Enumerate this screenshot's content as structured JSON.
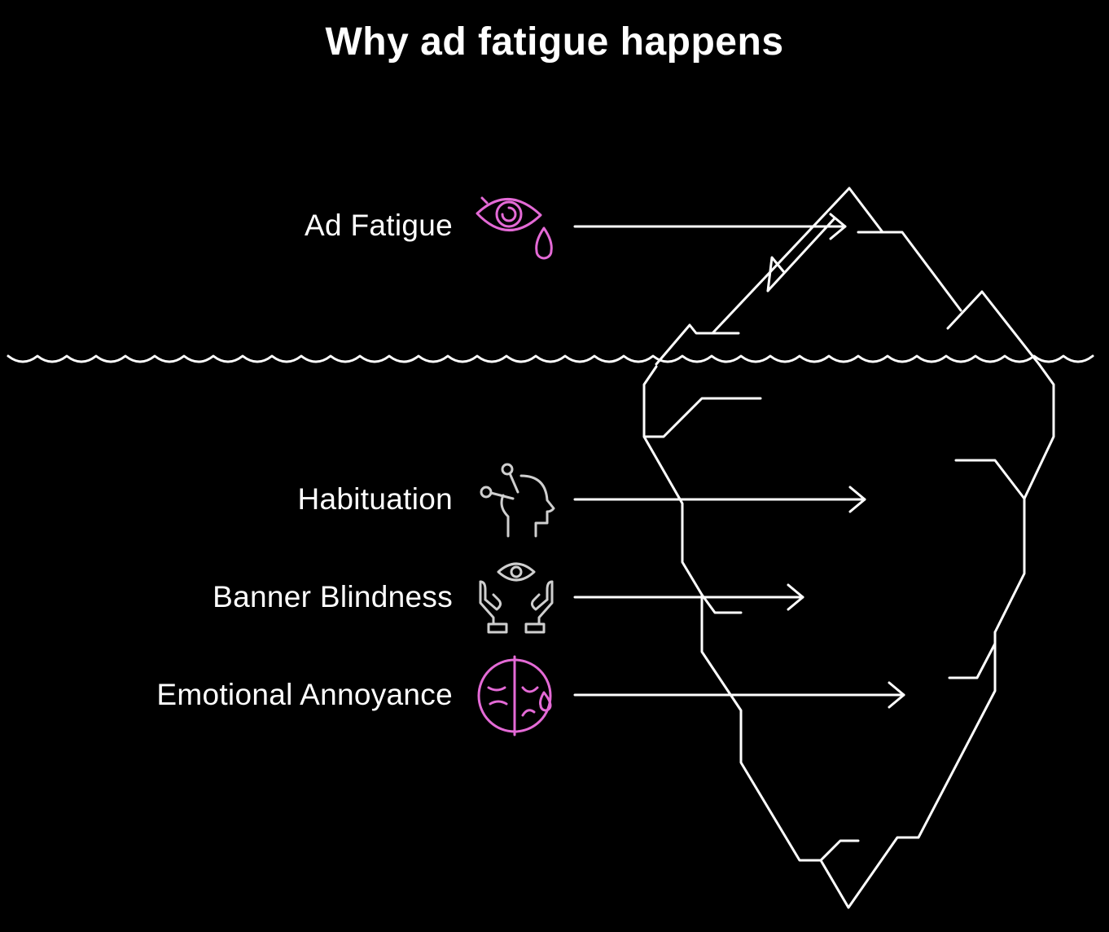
{
  "title": "Why ad fatigue happens",
  "items": [
    {
      "label": "Ad Fatigue",
      "icon": "crying-eye-icon",
      "icon_color": "#e46ad6",
      "position": "above-water"
    },
    {
      "label": "Habituation",
      "icon": "head-with-pins-icon",
      "icon_color": "#cfcfcf",
      "position": "below-water"
    },
    {
      "label": "Banner Blindness",
      "icon": "hands-with-eye-icon",
      "icon_color": "#cfcfcf",
      "position": "below-water"
    },
    {
      "label": "Emotional Annoyance",
      "icon": "sad-crying-face-icon",
      "icon_color": "#e46ad6",
      "position": "below-water"
    }
  ],
  "colors": {
    "background": "#000000",
    "lines": "#ffffff",
    "accent": "#e46ad6",
    "icon_gray": "#cfcfcf"
  }
}
